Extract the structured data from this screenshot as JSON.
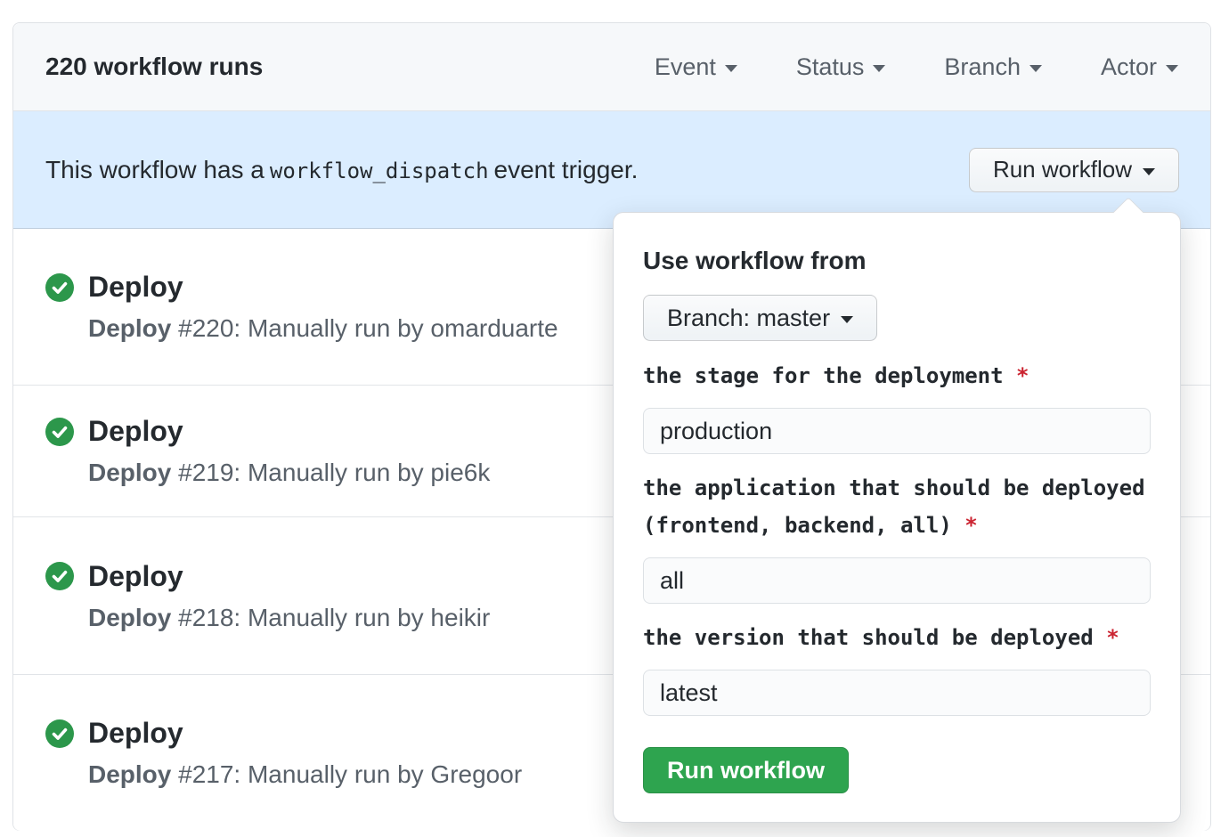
{
  "header": {
    "runs_count": "220 workflow runs",
    "filters": [
      {
        "label": "Event"
      },
      {
        "label": "Status"
      },
      {
        "label": "Branch"
      },
      {
        "label": "Actor"
      }
    ]
  },
  "banner": {
    "text_before": "This workflow has a",
    "code_token": "workflow_dispatch",
    "text_after": "event trigger.",
    "run_workflow_button": "Run workflow"
  },
  "runs": [
    {
      "status": "success",
      "title": "Deploy",
      "run_name": "Deploy",
      "run_detail": " #220: Manually run by omarduarte"
    },
    {
      "status": "success",
      "title": "Deploy",
      "run_name": "Deploy",
      "run_detail": " #219: Manually run by pie6k"
    },
    {
      "status": "success",
      "title": "Deploy",
      "run_name": "Deploy",
      "run_detail": " #218: Manually run by heikir"
    },
    {
      "status": "success",
      "title": "Deploy",
      "run_name": "Deploy",
      "run_detail": " #217: Manually run by Gregoor"
    }
  ],
  "popup": {
    "heading": "Use workflow from",
    "branch_selector": "Branch: master",
    "fields": [
      {
        "label": "the stage for the deployment",
        "required_marker": "*",
        "value": "production"
      },
      {
        "label": "the application that should be deployed (frontend, backend, all)",
        "required_marker": "*",
        "value": "all"
      },
      {
        "label": "the version that should be deployed",
        "required_marker": "*",
        "value": "latest"
      }
    ],
    "submit_button": "Run workflow"
  },
  "colors": {
    "success_green": "#2c974b",
    "banner_blue": "#dbedff",
    "primary_button_green": "#2ea44f",
    "required_red": "#cb2431",
    "header_gray": "#f6f8fa",
    "border_gray": "#e1e4e8",
    "muted_text": "#586069"
  }
}
